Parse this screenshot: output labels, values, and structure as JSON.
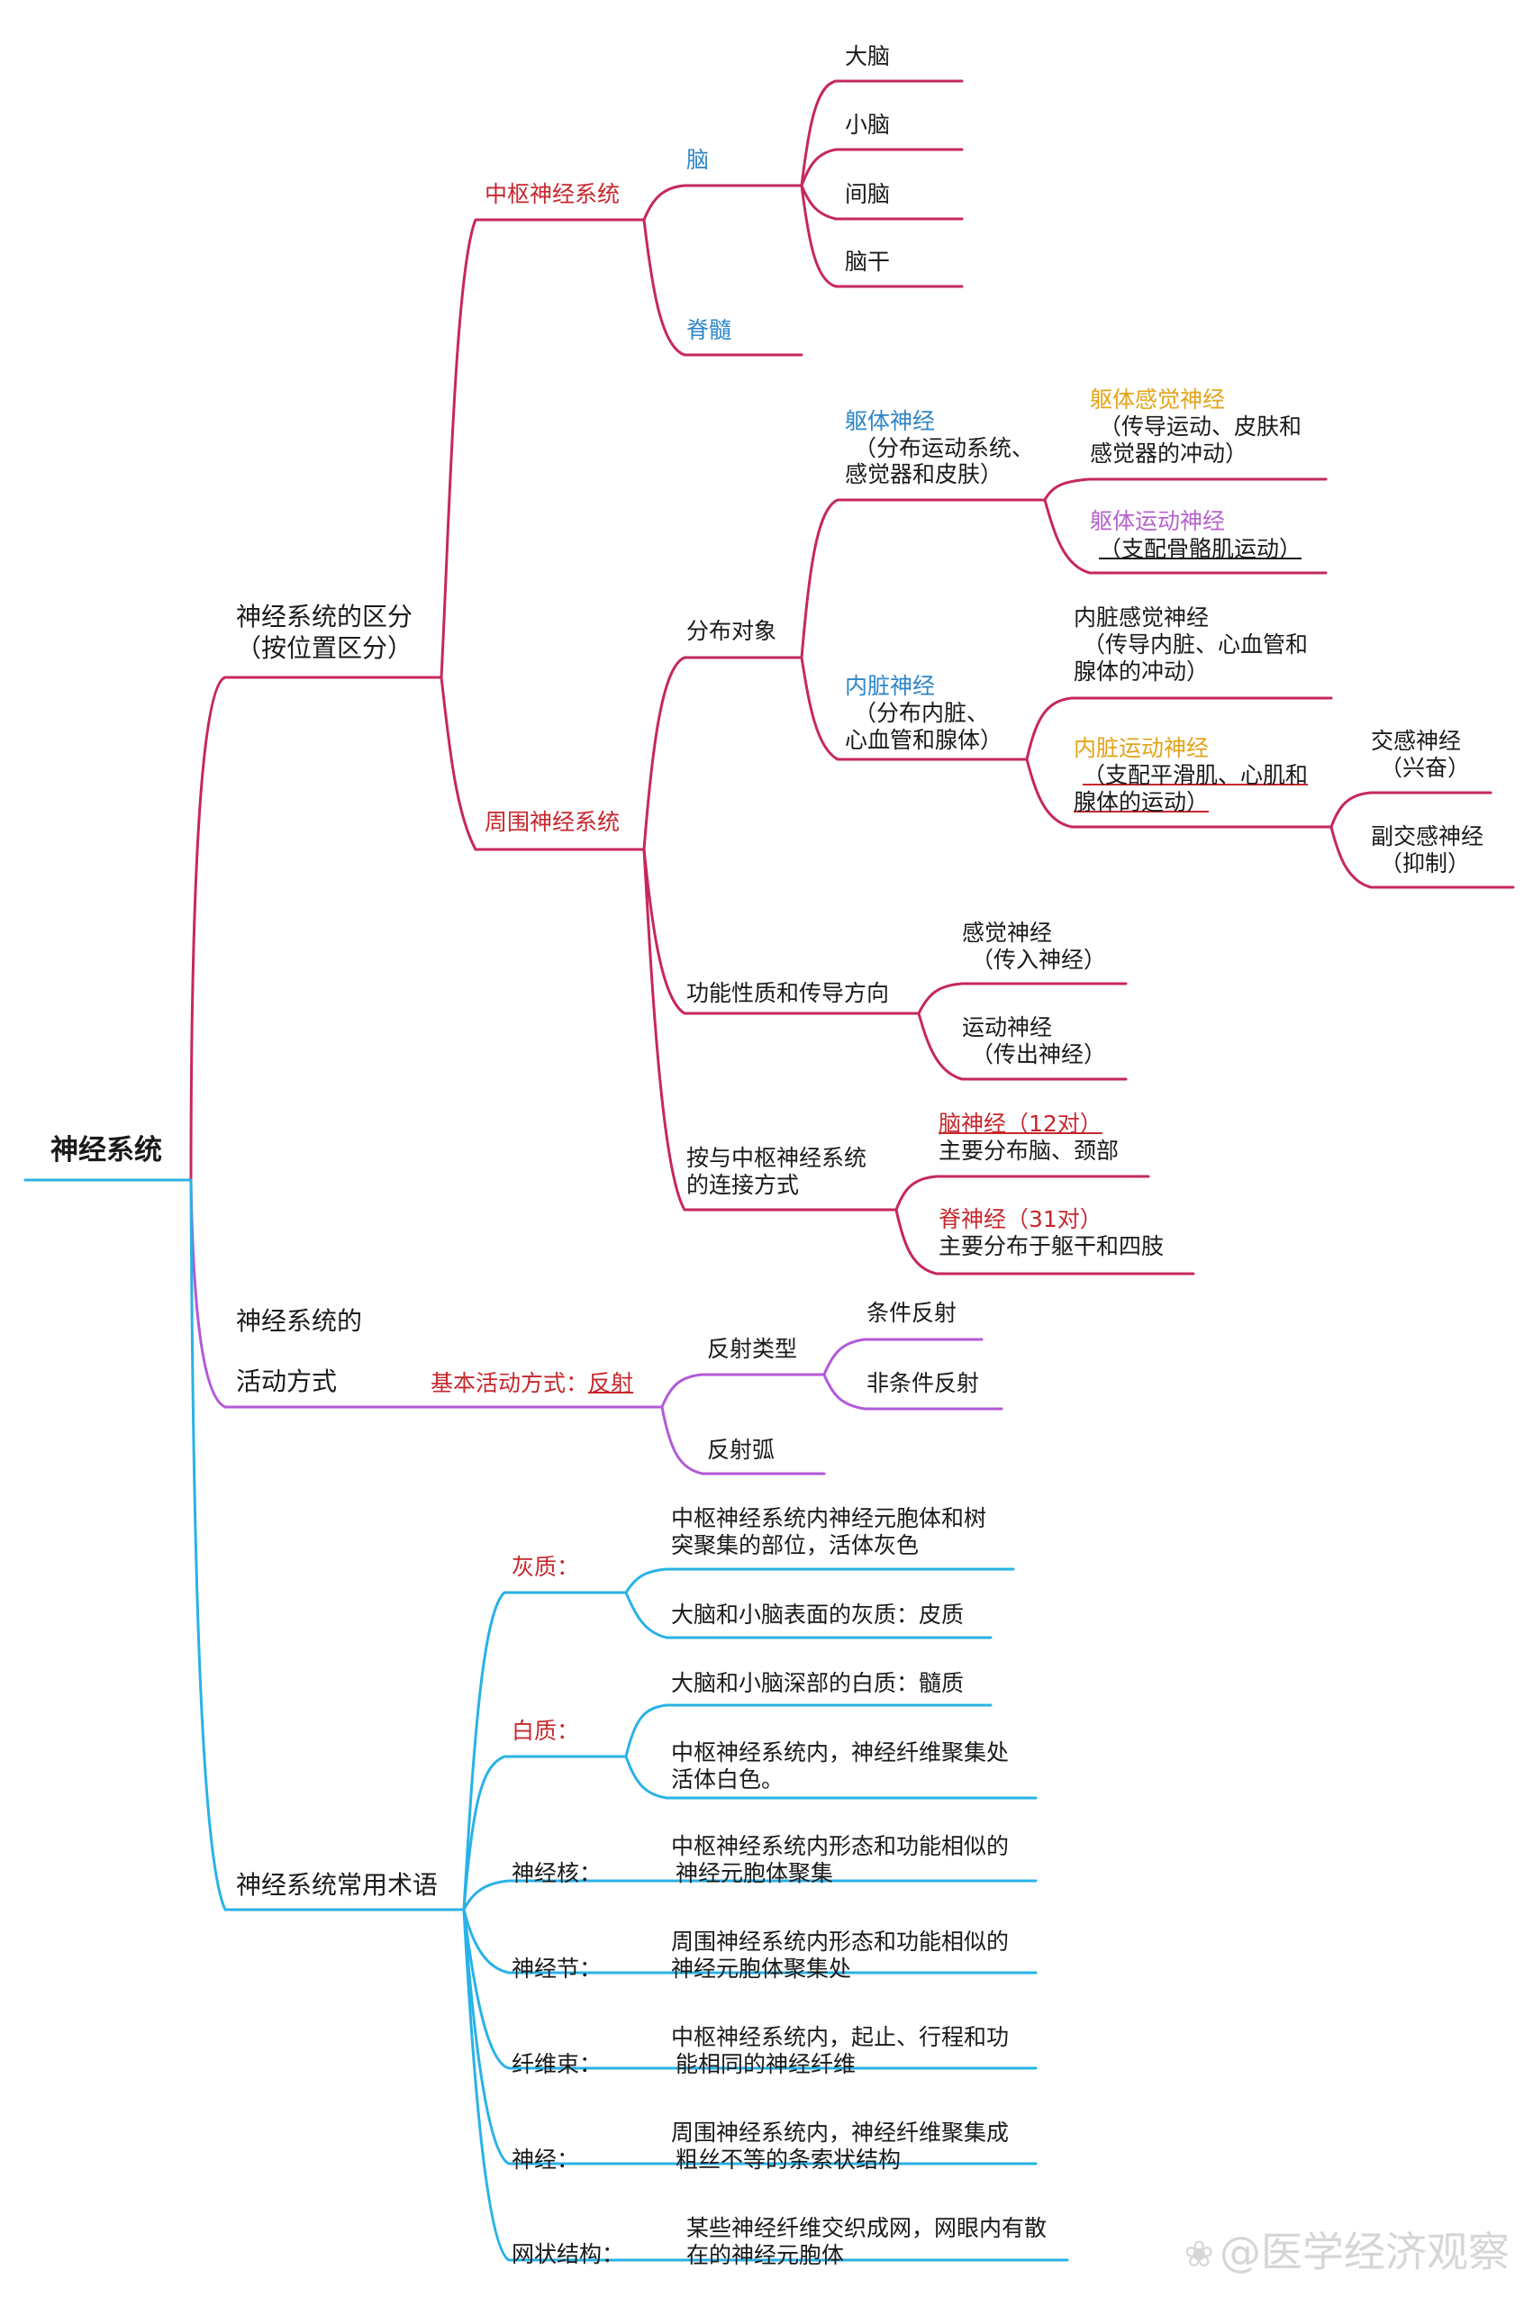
{
  "root": "神经系统",
  "division": {
    "title_1": "神经系统的区分",
    "title_2": "（按位置区分）",
    "cns": {
      "label": "中枢神经系统",
      "brain": {
        "label": "脑",
        "parts": [
          "大脑",
          "小脑",
          "间脑",
          "脑干"
        ]
      },
      "spinal_cord": "脊髓"
    },
    "pns": {
      "label": "周围神经系统",
      "by_target": {
        "label": "分布对象",
        "somatic": {
          "label": "躯体神经",
          "desc_1": "（分布运动系统、",
          "desc_2": "感觉器和皮肤）",
          "sensory": {
            "label": "躯体感觉神经",
            "desc_1": "（传导运动、皮肤和",
            "desc_2": "感觉器的冲动）"
          },
          "motor": {
            "label": "躯体运动神经",
            "desc": "（支配骨骼肌运动）"
          }
        },
        "visceral": {
          "label": "内脏神经",
          "desc_1": "（分布内脏、",
          "desc_2": "心血管和腺体）",
          "sensory": {
            "label": "内脏感觉神经",
            "desc_1": "（传导内脏、心血管和",
            "desc_2": "腺体的冲动）"
          },
          "motor": {
            "label": "内脏运动神经",
            "desc_1": "（支配平滑肌、心肌和",
            "desc_2": "腺体的运动）",
            "sympathetic": {
              "label": "交感神经",
              "desc": "（兴奋）"
            },
            "parasympathetic": {
              "label": "副交感神经",
              "desc": "（抑制）"
            }
          }
        }
      },
      "by_function": {
        "label": "功能性质和传导方向",
        "sensory": {
          "label": "感觉神经",
          "desc": "（传入神经）"
        },
        "motor": {
          "label": "运动神经",
          "desc": "（传出神经）"
        }
      },
      "by_connection": {
        "label_1": "按与中枢神经系统",
        "label_2": "的连接方式",
        "cranial": {
          "label": "脑神经（12对）",
          "desc": "主要分布脑、颈部"
        },
        "spinal": {
          "label": "脊神经（31对）",
          "desc": "主要分布于躯干和四肢"
        }
      }
    }
  },
  "activity": {
    "title_1": "神经系统的",
    "title_2": "活动方式",
    "basic_prefix": "基本活动方式：",
    "basic_value": "反射",
    "reflex_types": {
      "label": "反射类型",
      "items": [
        "条件反射",
        "非条件反射"
      ]
    },
    "reflex_arc": "反射弧"
  },
  "terms": {
    "title": "神经系统常用术语",
    "grey": {
      "label": "灰质：",
      "d1_1": "中枢神经系统内神经元胞体和树",
      "d1_2": "突聚集的部位，活体灰色",
      "d2": "大脑和小脑表面的灰质：皮质"
    },
    "white": {
      "label": "白质：",
      "d1": "大脑和小脑深部的白质：髓质",
      "d2_1": "中枢神经系统内，神经纤维聚集处",
      "d2_2": "活体白色。"
    },
    "nucleus": {
      "label": "神经核：",
      "d_1": "中枢神经系统内形态和功能相似的",
      "d_2": "神经元胞体聚集"
    },
    "ganglion": {
      "label": "神经节：",
      "d_1": "周围神经系统内形态和功能相似的",
      "d_2": "神经元胞体聚集处"
    },
    "tract": {
      "label": "纤维束：",
      "d_1": "中枢神经系统内，起止、行程和功",
      "d_2": "能相同的神经纤维"
    },
    "nerve": {
      "label": "神经：",
      "d_1": "周围神经系统内，神经纤维聚集成",
      "d_2": "粗丝不等的条索状结构"
    },
    "reticular": {
      "label": "网状结构：",
      "d_1": "某些神经纤维交织成网，网眼内有散",
      "d_2": "在的神经元胞体"
    }
  },
  "watermark": "@医学经济观察",
  "colors": {
    "crimson": "#c6285c",
    "purple": "#b35ad8",
    "cyan": "#29b2e6",
    "red_text": "#c6272d",
    "blue_text": "#2f86c8",
    "orange_text": "#e3a419",
    "purple_text": "#b663cc"
  }
}
